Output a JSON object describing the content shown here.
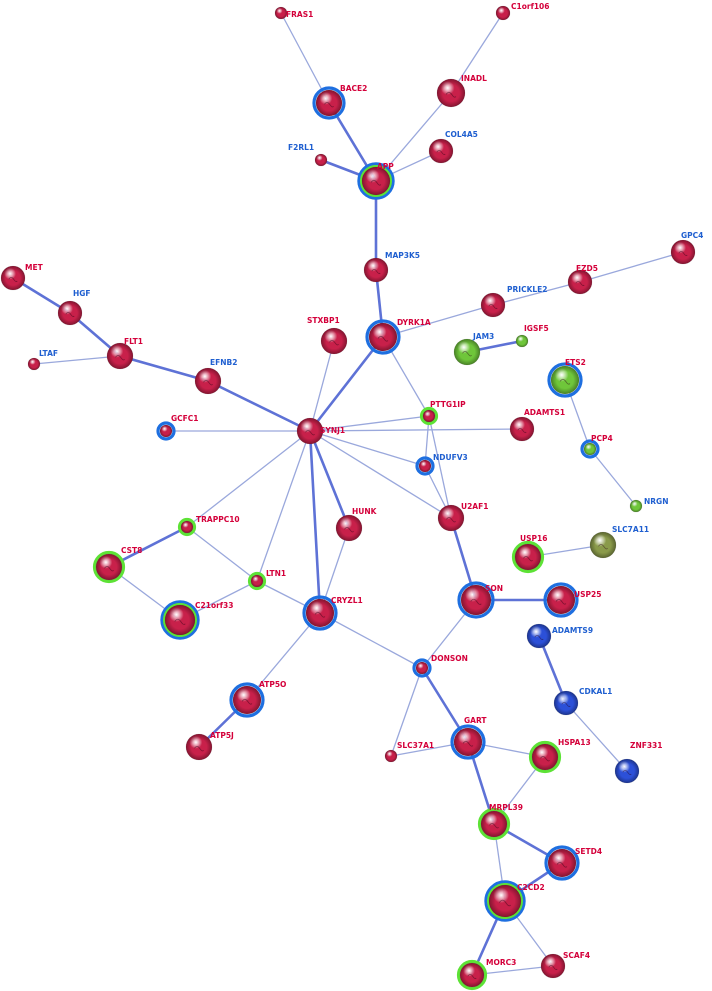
{
  "colors": {
    "node_red": "#c8204a",
    "node_blue": "#2c50d8",
    "node_green": "#6fc63a",
    "node_olive": "#8a9a4a",
    "label_red": "#d4003a",
    "label_blue": "#1f5fd0",
    "ring_blue": "#1e6fe0",
    "ring_green": "#5de236",
    "edge": "#9aa8dc",
    "edge_strong": "#5e72d6"
  },
  "nodes": [
    {
      "id": "FRAS1",
      "fill": "red",
      "label": "red"
    },
    {
      "id": "C1orf106",
      "fill": "red",
      "label": "red"
    },
    {
      "id": "INADL",
      "fill": "red",
      "label": "red"
    },
    {
      "id": "BACE2",
      "fill": "red",
      "label": "red",
      "ring": "blue"
    },
    {
      "id": "F2RL1",
      "fill": "red",
      "label": "blue"
    },
    {
      "id": "APP",
      "fill": "red",
      "label": "red",
      "ring": "double"
    },
    {
      "id": "COL4A5",
      "fill": "red",
      "label": "blue"
    },
    {
      "id": "MAP3K5",
      "fill": "red",
      "label": "blue"
    },
    {
      "id": "GPC4",
      "fill": "red",
      "label": "blue"
    },
    {
      "id": "FZD5",
      "fill": "red",
      "label": "red"
    },
    {
      "id": "PRICKLE2",
      "fill": "red",
      "label": "blue"
    },
    {
      "id": "MET",
      "fill": "red",
      "label": "red"
    },
    {
      "id": "HGF",
      "fill": "red",
      "label": "blue"
    },
    {
      "id": "STXBP1",
      "fill": "red",
      "label": "red"
    },
    {
      "id": "DYRK1A",
      "fill": "red",
      "label": "red",
      "ring": "blue"
    },
    {
      "id": "JAM3",
      "fill": "green",
      "label": "blue"
    },
    {
      "id": "IGSF5",
      "fill": "green",
      "label": "red"
    },
    {
      "id": "FLT1",
      "fill": "red",
      "label": "red"
    },
    {
      "id": "EFNB2",
      "fill": "red",
      "label": "blue"
    },
    {
      "id": "ETS2",
      "fill": "green",
      "label": "red",
      "ring": "blue"
    },
    {
      "id": "LTAF",
      "fill": "red",
      "label": "blue"
    },
    {
      "id": "GCFC1",
      "fill": "red",
      "label": "red",
      "ring": "blue"
    },
    {
      "id": "SYNJ1",
      "fill": "red",
      "label": "red"
    },
    {
      "id": "PTTG1IP",
      "fill": "red",
      "label": "red",
      "ring": "green"
    },
    {
      "id": "ADAMTS1",
      "fill": "red",
      "label": "red"
    },
    {
      "id": "PCP4",
      "fill": "green",
      "label": "red",
      "ring": "blue"
    },
    {
      "id": "NDUFV3",
      "fill": "red",
      "label": "blue",
      "ring": "blue"
    },
    {
      "id": "NRGN",
      "fill": "green",
      "label": "blue"
    },
    {
      "id": "HUNK",
      "fill": "red",
      "label": "red"
    },
    {
      "id": "U2AF1",
      "fill": "red",
      "label": "red"
    },
    {
      "id": "TRAPPC10",
      "fill": "red",
      "label": "red",
      "ring": "green"
    },
    {
      "id": "USP16",
      "fill": "red",
      "label": "red",
      "ring": "green"
    },
    {
      "id": "SLC7A11",
      "fill": "olive",
      "label": "blue"
    },
    {
      "id": "CST8",
      "fill": "red",
      "label": "red",
      "ring": "green"
    },
    {
      "id": "LTN1",
      "fill": "red",
      "label": "red",
      "ring": "green"
    },
    {
      "id": "C21orf33",
      "fill": "red",
      "label": "red",
      "ring": "double"
    },
    {
      "id": "CRYZL1",
      "fill": "red",
      "label": "red",
      "ring": "blue"
    },
    {
      "id": "SON",
      "fill": "red",
      "label": "red",
      "ring": "blue"
    },
    {
      "id": "USP25",
      "fill": "red",
      "label": "red",
      "ring": "blue"
    },
    {
      "id": "ADAMTS9",
      "fill": "blue",
      "label": "blue"
    },
    {
      "id": "DONSON",
      "fill": "red",
      "label": "red",
      "ring": "blue"
    },
    {
      "id": "CDKAL1",
      "fill": "blue",
      "label": "blue"
    },
    {
      "id": "ATP5O",
      "fill": "red",
      "label": "red",
      "ring": "blue"
    },
    {
      "id": "ATP5J",
      "fill": "red",
      "label": "red"
    },
    {
      "id": "GART",
      "fill": "red",
      "label": "red",
      "ring": "blue"
    },
    {
      "id": "SLC37A1",
      "fill": "red",
      "label": "red"
    },
    {
      "id": "HSPA13",
      "fill": "red",
      "label": "red",
      "ring": "green"
    },
    {
      "id": "ZNF331",
      "fill": "blue",
      "label": "red"
    },
    {
      "id": "MRPL39",
      "fill": "red",
      "label": "red",
      "ring": "green"
    },
    {
      "id": "SETD4",
      "fill": "red",
      "label": "red",
      "ring": "blue"
    },
    {
      "id": "C2CD2",
      "fill": "red",
      "label": "red",
      "ring": "double"
    },
    {
      "id": "MORC3",
      "fill": "red",
      "label": "red",
      "ring": "green"
    },
    {
      "id": "SCAF4",
      "fill": "red",
      "label": "red"
    }
  ],
  "edges": [
    {
      "source": "FRAS1",
      "target": "BACE2"
    },
    {
      "source": "BACE2",
      "target": "APP",
      "strong": true
    },
    {
      "source": "C1orf106",
      "target": "INADL"
    },
    {
      "source": "INADL",
      "target": "APP"
    },
    {
      "source": "F2RL1",
      "target": "APP",
      "strong": true
    },
    {
      "source": "COL4A5",
      "target": "APP"
    },
    {
      "source": "APP",
      "target": "MAP3K5",
      "strong": true
    },
    {
      "source": "MAP3K5",
      "target": "DYRK1A",
      "strong": true
    },
    {
      "source": "GPC4",
      "target": "FZD5"
    },
    {
      "source": "FZD5",
      "target": "PRICKLE2"
    },
    {
      "source": "PRICKLE2",
      "target": "DYRK1A"
    },
    {
      "source": "MET",
      "target": "HGF",
      "strong": true
    },
    {
      "source": "HGF",
      "target": "FLT1",
      "strong": true
    },
    {
      "source": "LTAF",
      "target": "FLT1"
    },
    {
      "source": "FLT1",
      "target": "EFNB2",
      "strong": true
    },
    {
      "source": "EFNB2",
      "target": "SYNJ1",
      "strong": true
    },
    {
      "source": "STXBP1",
      "target": "SYNJ1"
    },
    {
      "source": "DYRK1A",
      "target": "SYNJ1",
      "strong": true
    },
    {
      "source": "DYRK1A",
      "target": "PTTG1IP"
    },
    {
      "source": "JAM3",
      "target": "IGSF5",
      "strong": true
    },
    {
      "source": "GCFC1",
      "target": "SYNJ1"
    },
    {
      "source": "SYNJ1",
      "target": "PTTG1IP"
    },
    {
      "source": "SYNJ1",
      "target": "ADAMTS1"
    },
    {
      "source": "SYNJ1",
      "target": "NDUFV3"
    },
    {
      "source": "SYNJ1",
      "target": "U2AF1"
    },
    {
      "source": "SYNJ1",
      "target": "HUNK",
      "strong": true
    },
    {
      "source": "SYNJ1",
      "target": "TRAPPC10"
    },
    {
      "source": "SYNJ1",
      "target": "LTN1"
    },
    {
      "source": "SYNJ1",
      "target": "CRYZL1",
      "strong": true
    },
    {
      "source": "PTTG1IP",
      "target": "NDUFV3"
    },
    {
      "source": "PTTG1IP",
      "target": "U2AF1"
    },
    {
      "source": "NDUFV3",
      "target": "U2AF1"
    },
    {
      "source": "ETS2",
      "target": "PCP4"
    },
    {
      "source": "PCP4",
      "target": "NRGN"
    },
    {
      "source": "HUNK",
      "target": "CRYZL1"
    },
    {
      "source": "U2AF1",
      "target": "SON",
      "strong": true
    },
    {
      "source": "TRAPPC10",
      "target": "CST8",
      "strong": true
    },
    {
      "source": "TRAPPC10",
      "target": "LTN1"
    },
    {
      "source": "CST8",
      "target": "C21orf33"
    },
    {
      "source": "LTN1",
      "target": "C21orf33"
    },
    {
      "source": "LTN1",
      "target": "CRYZL1"
    },
    {
      "source": "USP16",
      "target": "SLC7A11"
    },
    {
      "source": "SON",
      "target": "USP25",
      "strong": true
    },
    {
      "source": "SON",
      "target": "DONSON"
    },
    {
      "source": "CRYZL1",
      "target": "DONSON"
    },
    {
      "source": "CRYZL1",
      "target": "ATP5O"
    },
    {
      "source": "ATP5O",
      "target": "ATP5J",
      "strong": true
    },
    {
      "source": "ADAMTS9",
      "target": "CDKAL1",
      "strong": true
    },
    {
      "source": "CDKAL1",
      "target": "ZNF331"
    },
    {
      "source": "DONSON",
      "target": "GART",
      "strong": true
    },
    {
      "source": "DONSON",
      "target": "SLC37A1"
    },
    {
      "source": "GART",
      "target": "SLC37A1"
    },
    {
      "source": "GART",
      "target": "HSPA13"
    },
    {
      "source": "GART",
      "target": "MRPL39",
      "strong": true
    },
    {
      "source": "HSPA13",
      "target": "MRPL39"
    },
    {
      "source": "MRPL39",
      "target": "SETD4",
      "strong": true
    },
    {
      "source": "MRPL39",
      "target": "C2CD2"
    },
    {
      "source": "SETD4",
      "target": "C2CD2",
      "strong": true
    },
    {
      "source": "C2CD2",
      "target": "MORC3",
      "strong": true
    },
    {
      "source": "C2CD2",
      "target": "SCAF4"
    },
    {
      "source": "MORC3",
      "target": "SCAF4"
    }
  ]
}
